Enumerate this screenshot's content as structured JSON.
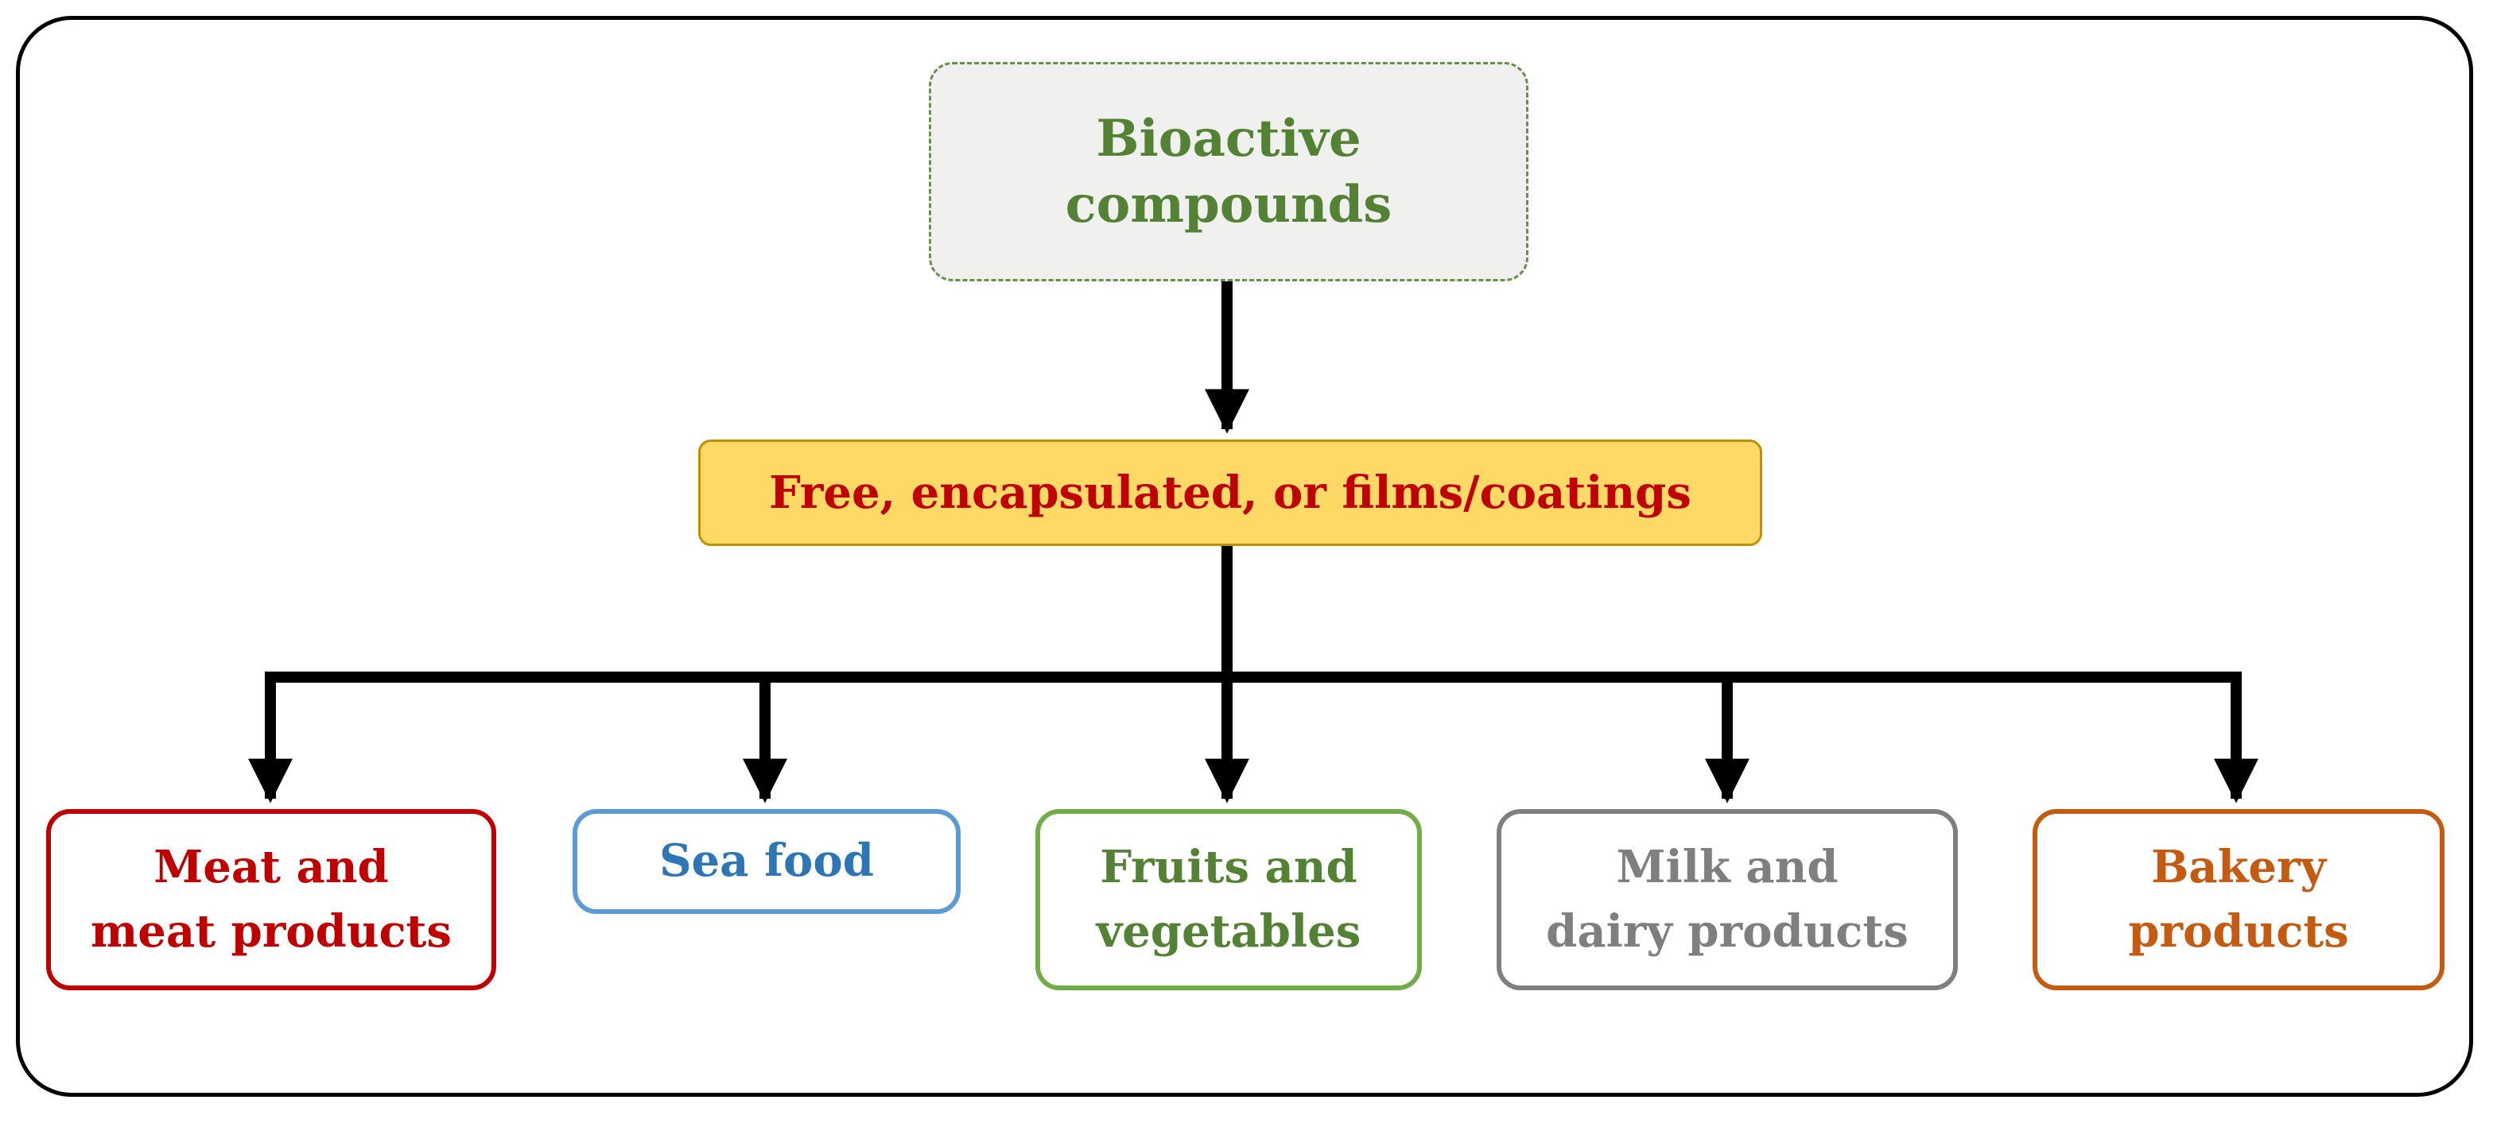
{
  "root": {
    "line1": "Bioactive",
    "line2": "compounds",
    "color": "#548235",
    "fill": "#f0f0ee"
  },
  "mid": {
    "label": "Free, encapsulated, or films/coatings",
    "color": "#c00000",
    "fill": "#ffd966"
  },
  "leaves": [
    {
      "line1": "Meat and",
      "line2": "meat products",
      "color": "#c00000"
    },
    {
      "line1": "Sea food",
      "line2": "",
      "color": "#2e75b6",
      "border": "#5b9bd5"
    },
    {
      "line1": "Fruits and",
      "line2": "vegetables",
      "color": "#548235",
      "border": "#70ad47"
    },
    {
      "line1": "Milk and",
      "line2": "dairy products",
      "color": "#7f7f7f",
      "border": "#7f7f7f"
    },
    {
      "line1": "Bakery",
      "line2": "products",
      "color": "#c55a11",
      "border": "#c55a11"
    }
  ]
}
